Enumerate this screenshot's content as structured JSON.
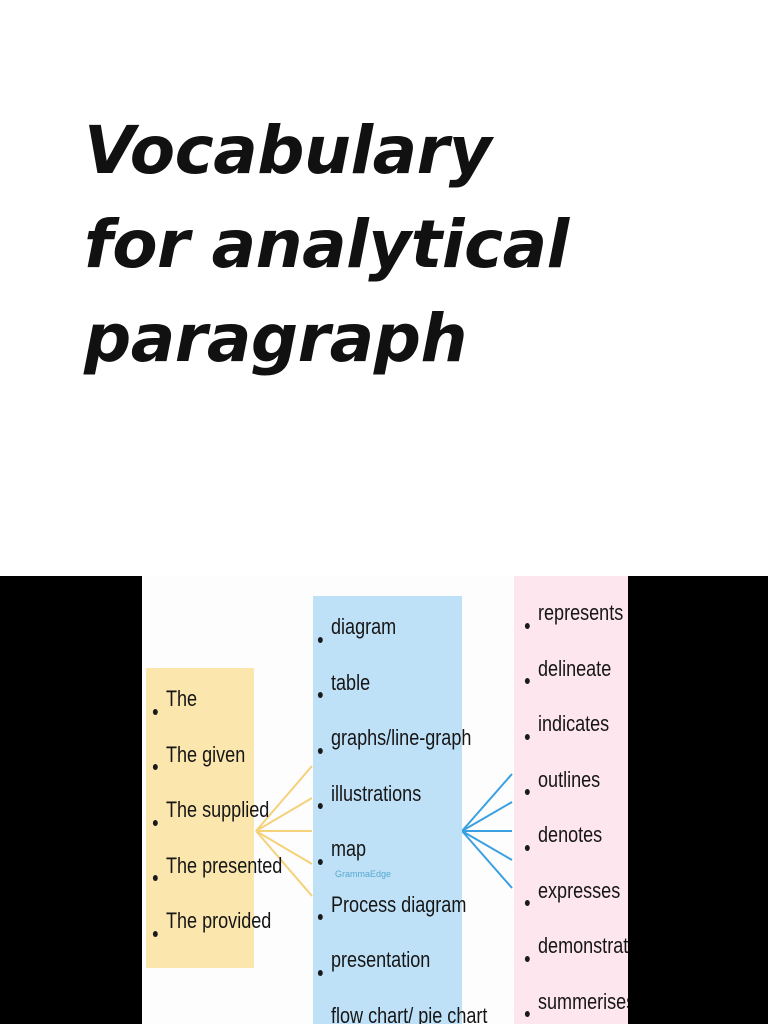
{
  "title": {
    "line1": "Vocabulary",
    "line2": "for analytical",
    "line3": "paragraph"
  },
  "figure": {
    "determiners": [
      "The",
      "The given",
      "The supplied",
      "The presented",
      "The provided"
    ],
    "nouns": [
      "diagram",
      "table",
      "graphs/line-graph",
      "illustrations",
      "map",
      "Process diagram",
      "presentation",
      "flow chart/ pie chart"
    ],
    "verbs": [
      "represents",
      "delineate",
      "indicates",
      "outlines",
      "denotes",
      "expresses",
      "demonstrates",
      "summerises"
    ],
    "watermark": "GrammaEdge",
    "colors": {
      "determiner_box": "#fbe6ad",
      "noun_box": "#bfe1f8",
      "verb_box": "#fde6ee",
      "left_connector": "#f5d27a",
      "right_connector": "#3aa0e0"
    }
  }
}
